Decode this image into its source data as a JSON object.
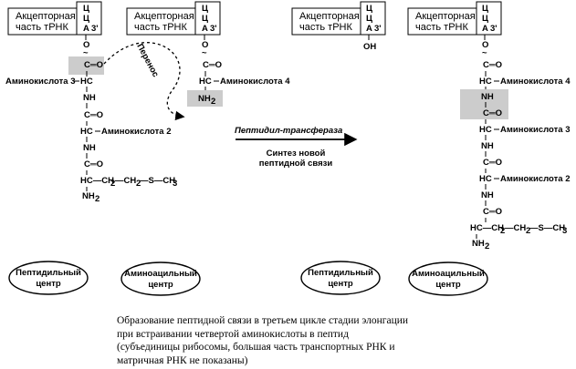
{
  "trna": {
    "acceptor_line1": "Акцепторная",
    "acceptor_line2": "часть тРНК",
    "c": "Ц",
    "a": "A",
    "prime3": "3'"
  },
  "chem": {
    "o": "O",
    "tilde": "~",
    "c_eq_o": "C═O",
    "c_eq_o_right": "═O",
    "hc": "HC",
    "nh": "NH",
    "nh2": "NH",
    "nh2_sub": "2",
    "oh": "OH",
    "chain": "HC—CH",
    "side_chain": "—CH",
    "side_chain_sub": "2",
    "s_ch3": "—S—CH",
    "ch3_sub": "3"
  },
  "amino": {
    "a2": "Аминокислота 2",
    "a3_left": "Аминокислота 3",
    "a3": "Аминокислота 3",
    "a4": "Аминокислота 4"
  },
  "transfer": "Перенос",
  "enzyme": "Пептидил-трансфераза",
  "synthesis_line1": "Синтез новой",
  "synthesis_line2": "пептидной связи",
  "centers": {
    "peptidyl_line1": "Пептидильный",
    "peptidyl_line2": "центр",
    "aminoacyl_line1": "Аминоацильный",
    "aminoacyl_line2": "центр"
  },
  "caption": [
    "Образование пептидной связи в третьем цикле стадии элонгации",
    "при встраивании четвертой аминокислоты в пептид",
    "(субъединицы рибосомы, большая часть транспортных РНК и",
    "матричная РНК не показаны)"
  ]
}
